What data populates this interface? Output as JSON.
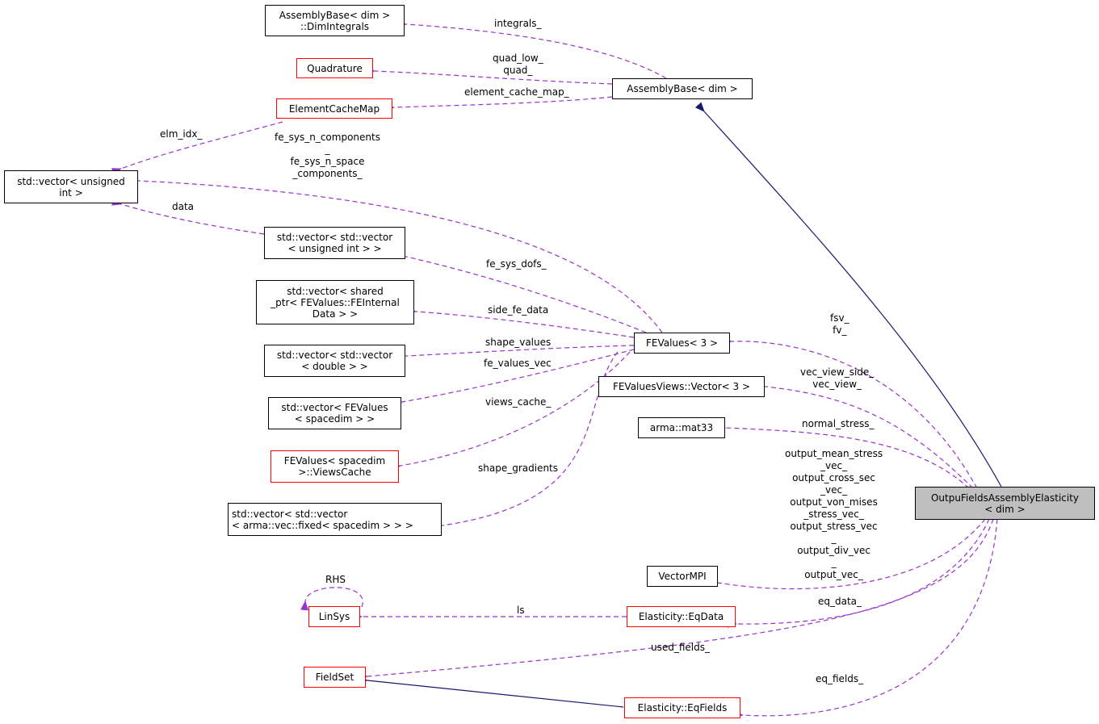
{
  "diagram": {
    "type": "collaboration-graph",
    "focus_node": "OutpuFieldsAssemblyElasticity\n< dim >",
    "colors": {
      "member_edge": "#9a32cd",
      "inheritance_edge": "#191970",
      "documented_border": "#000000",
      "undocumented_border": "#ff0000",
      "focus_fill": "#bfbfbf"
    },
    "nodes": {
      "dim_integrals": "AssemblyBase< dim >\n::DimIntegrals",
      "quadrature": "Quadrature",
      "element_cache_map": "ElementCacheMap",
      "assembly_base": "AssemblyBase< dim >",
      "vec_uint": "std::vector< unsigned\nint >",
      "vec_vec_uint": "std::vector< std::vector\n< unsigned int > >",
      "vec_shared_ptr": "std::vector< shared\n_ptr< FEValues::FEInternal\nData > >",
      "vec_vec_double": "std::vector< std::vector\n< double > >",
      "vec_fevalues": "std::vector< FEValues\n< spacedim > >",
      "views_cache": "FEValues< spacedim\n>::ViewsCache",
      "vec_vec_arma": "std::vector< std::vector\n< arma::vec::fixed< spacedim > > >",
      "fevalues3": "FEValues< 3 >",
      "fevaluesviews_vector3": "FEValuesViews::Vector< 3 >",
      "arma_mat33": "arma::mat33",
      "vector_mpi": "VectorMPI",
      "linsys": "LinSys",
      "eq_data": "Elasticity::EqData",
      "field_set": "FieldSet",
      "eq_fields": "Elasticity::EqFields",
      "focus": "OutpuFieldsAssemblyElasticity\n< dim >"
    },
    "edge_labels": {
      "integrals": "integrals_",
      "quad": "quad_low_\nquad_",
      "element_cache_map": "element_cache_map_",
      "elm_idx": "elm_idx_",
      "fe_sys_components": "fe_sys_n_components\n_\nfe_sys_n_space\n_components_",
      "data": "data",
      "fe_sys_dofs": "fe_sys_dofs_",
      "side_fe_data": "side_fe_data",
      "shape_values": "shape_values",
      "fe_values_vec": "fe_values_vec",
      "views_cache": "views_cache_",
      "shape_gradients": "shape_gradients",
      "fsv_fv": "fsv_\nfv_",
      "vec_view": "vec_view_side_\nvec_view_",
      "normal_stress": "normal_stress_",
      "outputs": "output_mean_stress\n_vec_\noutput_cross_sec\n_vec_\noutput_von_mises\n_stress_vec_\noutput_stress_vec\n_\noutput_div_vec\n_\noutput_vec_",
      "rhs": "RHS",
      "ls": "ls",
      "eq_data": "eq_data_",
      "used_fields": "used_fields_",
      "eq_fields": "eq_fields_"
    }
  }
}
